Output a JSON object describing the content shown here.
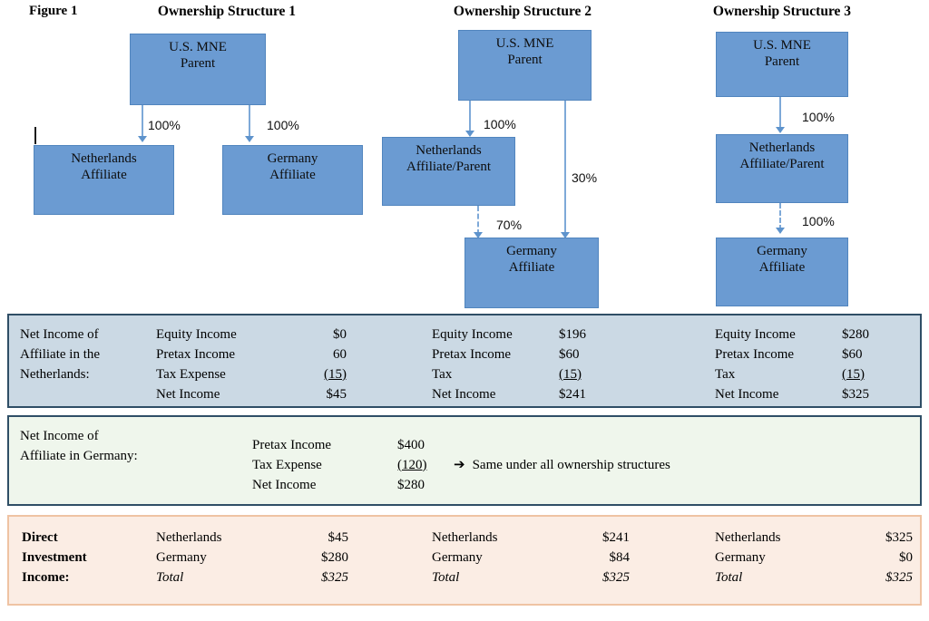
{
  "figure": {
    "label": "Figure 1"
  },
  "colors": {
    "node_fill": "#6B9BD2",
    "node_border": "#5185BE",
    "connector": "#7EA9D8",
    "panel_blue_fill": "#CBD9E4",
    "panel_blue_border": "#2F4E66",
    "panel_green_fill": "#EFF6EC",
    "panel_green_border": "#2F4E66",
    "panel_orange_fill": "#FBEDE4",
    "panel_orange_border": "#EFC3A3"
  },
  "structures": [
    {
      "title": "Ownership Structure 1",
      "parent": {
        "line1": "U.S. MNE",
        "line2": "Parent"
      },
      "netherlands": {
        "line1": "Netherlands",
        "line2": "Affiliate"
      },
      "germany": {
        "line1": "Germany",
        "line2": "Affiliate"
      },
      "edges": [
        {
          "from": "parent",
          "to": "netherlands",
          "pct": "100%",
          "style": "solid"
        },
        {
          "from": "parent",
          "to": "germany",
          "pct": "100%",
          "style": "solid"
        }
      ]
    },
    {
      "title": "Ownership Structure 2",
      "parent": {
        "line1": "U.S. MNE",
        "line2": "Parent"
      },
      "netherlands": {
        "line1": "Netherlands",
        "line2": "Affiliate/Parent"
      },
      "germany": {
        "line1": "Germany",
        "line2": "Affiliate"
      },
      "edges": [
        {
          "from": "parent",
          "to": "netherlands",
          "pct": "100%",
          "style": "solid"
        },
        {
          "from": "parent",
          "to": "germany",
          "pct": "30%",
          "style": "solid"
        },
        {
          "from": "netherlands",
          "to": "germany",
          "pct": "70%",
          "style": "dashed"
        }
      ]
    },
    {
      "title": "Ownership Structure 3",
      "parent": {
        "line1": "U.S. MNE",
        "line2": "Parent"
      },
      "netherlands": {
        "line1": "Netherlands",
        "line2": "Affiliate/Parent"
      },
      "germany": {
        "line1": "Germany",
        "line2": "Affiliate"
      },
      "edges": [
        {
          "from": "parent",
          "to": "netherlands",
          "pct": "100%",
          "style": "solid"
        },
        {
          "from": "netherlands",
          "to": "germany",
          "pct": "100%",
          "style": "dashed"
        }
      ]
    }
  ],
  "panel_netherlands": {
    "caption": {
      "line1": "Net Income of",
      "line2": "Affiliate in the",
      "line3": "Netherlands:"
    },
    "columns": [
      {
        "rows": [
          {
            "label": "Equity Income",
            "value": "$0",
            "underline": false
          },
          {
            "label": "Pretax Income",
            "value": "60",
            "underline": false
          },
          {
            "label": "Tax Expense",
            "value": "(15)",
            "underline": true
          },
          {
            "label": "Net Income",
            "value": "$45",
            "underline": false
          }
        ]
      },
      {
        "rows": [
          {
            "label": "Equity Income",
            "value": "$196",
            "underline": false
          },
          {
            "label": "Pretax Income",
            "value": "$60",
            "underline": false
          },
          {
            "label": "Tax",
            "value": "(15)",
            "underline": true
          },
          {
            "label": "Net Income",
            "value": "$241",
            "underline": false
          }
        ]
      },
      {
        "rows": [
          {
            "label": "Equity Income",
            "value": "$280",
            "underline": false
          },
          {
            "label": "Pretax Income",
            "value": "$60",
            "underline": false
          },
          {
            "label": "Tax",
            "value": "(15)",
            "underline": true
          },
          {
            "label": "Net Income",
            "value": "$325",
            "underline": false
          }
        ]
      }
    ]
  },
  "panel_germany": {
    "caption": {
      "line1": "Net Income of",
      "line2": "Affiliate in Germany:"
    },
    "rows": [
      {
        "label": "Pretax Income",
        "value": "$400",
        "underline": false
      },
      {
        "label": "Tax Expense",
        "value": "(120)",
        "underline": true
      },
      {
        "label": "Net Income",
        "value": "$280",
        "underline": false
      }
    ],
    "note_arrow": "➔",
    "note": "Same under all ownership structures"
  },
  "panel_direct_investment": {
    "caption": {
      "line1": "Direct",
      "line2": "Investment",
      "line3": "Income:"
    },
    "columns": [
      {
        "rows": [
          {
            "label": "Netherlands",
            "value": "$45",
            "italic": false
          },
          {
            "label": "Germany",
            "value": "$280",
            "italic": false
          },
          {
            "label": "Total",
            "value": "$325",
            "italic": true
          }
        ]
      },
      {
        "rows": [
          {
            "label": "Netherlands",
            "value": "$241",
            "italic": false
          },
          {
            "label": "Germany",
            "value": "$84",
            "italic": false
          },
          {
            "label": "Total",
            "value": "$325",
            "italic": true
          }
        ]
      },
      {
        "rows": [
          {
            "label": "Netherlands",
            "value": "$325",
            "italic": false
          },
          {
            "label": "Germany",
            "value": "$0",
            "italic": false
          },
          {
            "label": "Total",
            "value": "$325",
            "italic": true
          }
        ]
      }
    ]
  }
}
